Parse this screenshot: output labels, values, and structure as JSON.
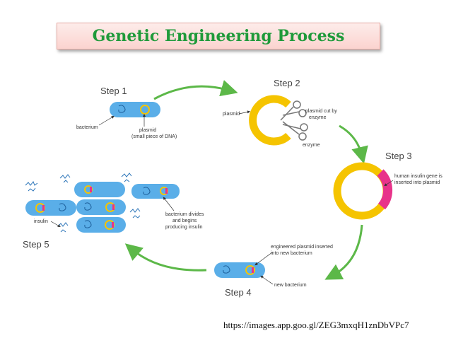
{
  "title": "Genetic Engineering Process",
  "steps": {
    "s1": "Step 1",
    "s2": "Step 2",
    "s3": "Step 3",
    "s4": "Step 4",
    "s5": "Step 5"
  },
  "labels": {
    "bacterium": "bacterium",
    "plasmid": "plasmid",
    "plasmid_note": "(small piece of DNA)",
    "plasmid2": "plasmid",
    "cut1": "plasmid cut by",
    "cut2": "enzyme",
    "enzyme": "enzyme",
    "gene1": "human insulin gene is",
    "gene2": "inserted into plasmid",
    "eng1": "engineered plasmid inserted",
    "eng2": "into new bacterium",
    "newbac": "new bacterium",
    "div1": "bacterium divides",
    "div2": "and begins",
    "div3": "producing insulin",
    "insulin": "insulin"
  },
  "source": "https://images.app.goo.gl/ZEG3mxqH1znDbVPc7",
  "colors": {
    "title": "#1f9a3a",
    "arrow": "#5cb848",
    "bacterium": "#5aaee8",
    "plasmid": "#f5c400",
    "gene": "#e8338a"
  }
}
